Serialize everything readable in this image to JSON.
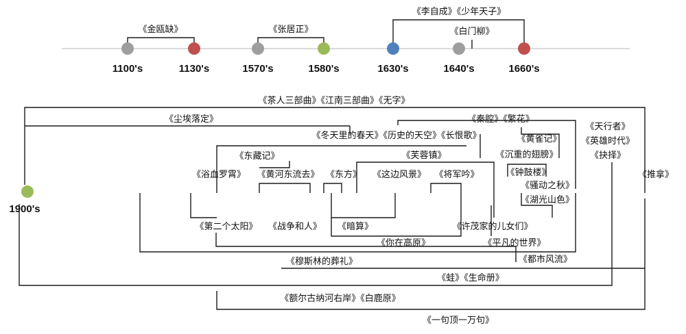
{
  "timeline": {
    "eras": [
      {
        "label": "1100's",
        "color": "#9e9e9e"
      },
      {
        "label": "1130's",
        "color": "#c0504d"
      },
      {
        "label": "1570's",
        "color": "#9e9e9e"
      },
      {
        "label": "1580's",
        "color": "#9bbb59"
      },
      {
        "label": "1630's",
        "color": "#4f81bd"
      },
      {
        "label": "1640's",
        "color": "#9e9e9e"
      },
      {
        "label": "1660's",
        "color": "#c0504d"
      },
      {
        "label": "1900's",
        "color": "#9bbb59"
      }
    ],
    "top_works": [
      "《金瓯缺》",
      "《张居正》",
      "《李自成》《少年天子》",
      "《白门柳》"
    ]
  },
  "works": {
    "w01": "《茶人三部曲》《江南三部曲》《无字》",
    "w02": "《尘埃落定》",
    "w03": "《秦腔》《繁花》",
    "w04": "《天行者》",
    "w05": "《英雄时代》",
    "w06": "《冬天里的春天》《历史的天空》《长恨歌》",
    "w07": "《黄雀记》",
    "w08": "《抉择》",
    "w09": "《东藏记》",
    "w10": "《芙蓉镇》",
    "w11": "《沉重的翅膀》",
    "w12": "《浴血罗霄》",
    "w13": "《黄河东流去》",
    "w14": "《东方》",
    "w15": "《这边风景》",
    "w16": "《将军吟》",
    "w17": "《钟鼓楼》",
    "w18": "《推拿》",
    "w19": "《骚动之秋》",
    "w20": "《湖光山色》",
    "w21": "《第二个太阳》",
    "w22": "《战争和人》",
    "w23": "《暗算》",
    "w24": "《许茂家的儿女们》",
    "w25": "《你在高原》",
    "w26": "《平凡的世界》",
    "w27": "《穆斯林的葬礼》",
    "w28": "《都市风流》",
    "w29": "《蛙》《生命册》",
    "w30": "《额尔古纳河右岸》《白鹿原》",
    "w31": "《一句顶一万句》"
  }
}
